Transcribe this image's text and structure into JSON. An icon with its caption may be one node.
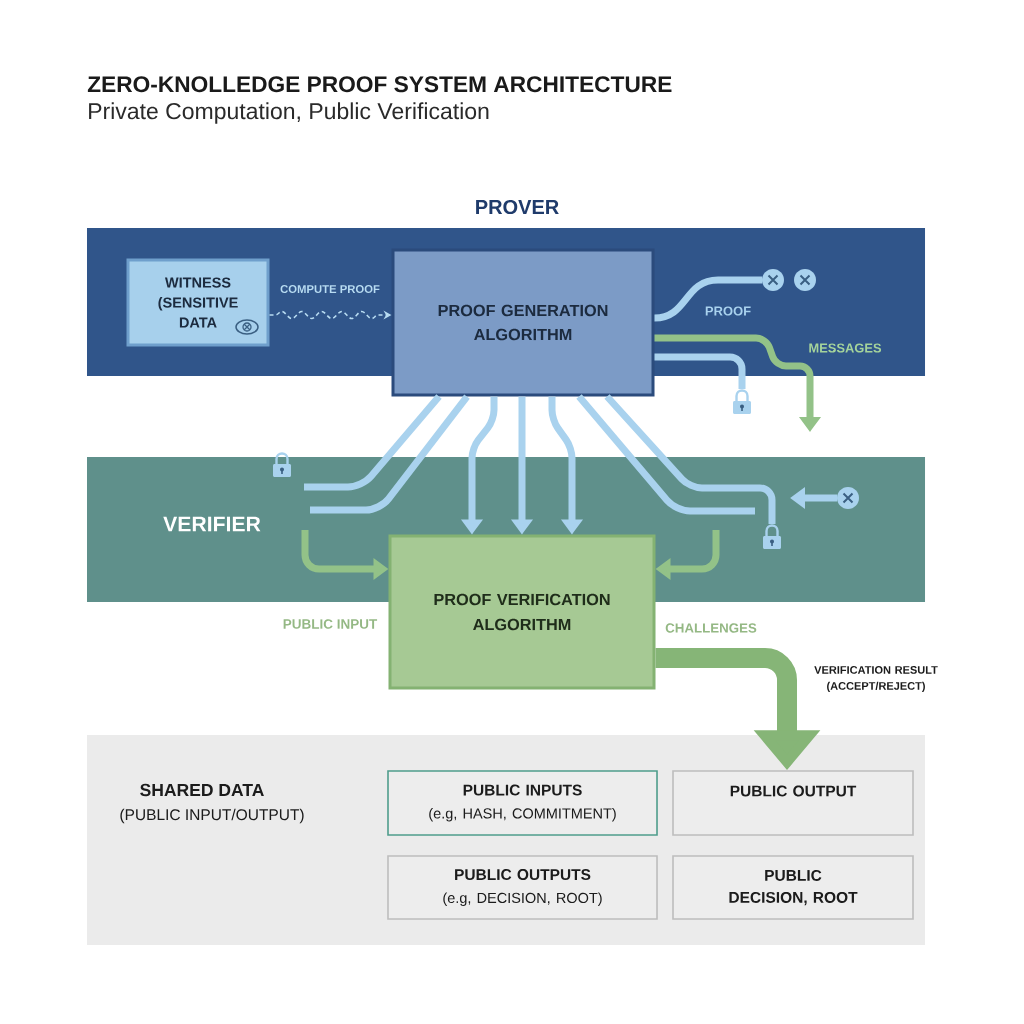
{
  "diagram": {
    "title": "ZERO-KNOLLEDGE PROOF SYSTEM ARCHITECTURE",
    "nodes": [
      {
        "text": [
          "PROVER"
        ]
      },
      {
        "text": [
          "WITNESS (SENSITIVE DATA"
        ],
        "in": 0
      },
      {
        "text": [
          "PROOF GENERATION ALGORITHM"
        ]
      },
      {
        "text": [],
        "shape": "circle",
        "in": 0
      },
      {
        "text": [],
        "shape": "lock"
      },
      {
        "text": [
          "VERIFIER"
        ]
      },
      {
        "text": [
          "PROOF VERIFICATION ALGORITHM"
        ]
      },
      {
        "text": [],
        "shape": "lock",
        "in": 5
      },
      {
        "text": [],
        "shape": "circle",
        "in": 5
      },
      {
        "text": [
          "SHARED DATA",
          "(PUBLIC INPUT/OUTPUT)"
        ]
      },
      {
        "text": [
          "PUBLIC INPUTS",
          "(e.g, HASH, COMMITMENT)"
        ],
        "in": 9
      },
      {
        "text": [
          "PUBLIC OUTPUT"
        ],
        "in": 9
      },
      {
        "text": [
          "PUBLIC OUTPUTS",
          "(e.g, DECISION, ROOT)"
        ],
        "in": 9
      },
      {
        "text": [
          "PUBLIC DECISION, ROOT"
        ],
        "in": 9
      }
    ],
    "edges": [
      {
        "from": 1,
        "to": 2,
        "arrow": "to",
        "label": "COMPUTE PROOF",
        "style": "dashed"
      },
      {
        "from": 2,
        "to": 3,
        "arrow": "none",
        "label": "PROOF"
      },
      {
        "from": 2,
        "to": null,
        "arrow": "to",
        "label": "MESSAGES",
        "color": "#93c288"
      },
      {
        "from": 2,
        "to": 4,
        "arrow": "none"
      },
      {
        "from": 2,
        "to": null,
        "arrow": "none"
      },
      {
        "from": 2,
        "to": null,
        "arrow": "none"
      },
      {
        "from": 2,
        "to": 6,
        "arrow": "to"
      },
      {
        "from": 2,
        "to": 6,
        "arrow": "to"
      },
      {
        "from": 2,
        "to": 6,
        "arrow": "to"
      },
      {
        "from": 2,
        "to": 7,
        "arrow": "none"
      },
      {
        "from": 2,
        "to": null,
        "arrow": "none"
      },
      {
        "from": 8,
        "to": null,
        "arrow": "to"
      },
      {
        "from": null,
        "to": 6,
        "arrow": "to",
        "label": "PUBLIC INPUT",
        "color": "#93c288"
      },
      {
        "from": null,
        "to": 6,
        "arrow": "to",
        "label": "CHALLENGES",
        "color": "#93c288"
      },
      {
        "from": 6,
        "to": 11,
        "arrow": "to",
        "label": "VERIFICATION RESULT (ACCEPT/REJECT)",
        "style": "thick",
        "color": "#86b577"
      }
    ],
    "labels": [
      "Private Computation, Public Verification"
    ]
  }
}
